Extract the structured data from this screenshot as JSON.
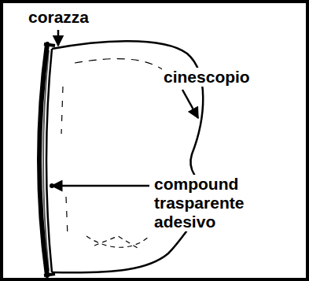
{
  "diagram": {
    "labels": [
      "corazza",
      "cinescopio",
      "compound trasparente adesivo"
    ]
  }
}
